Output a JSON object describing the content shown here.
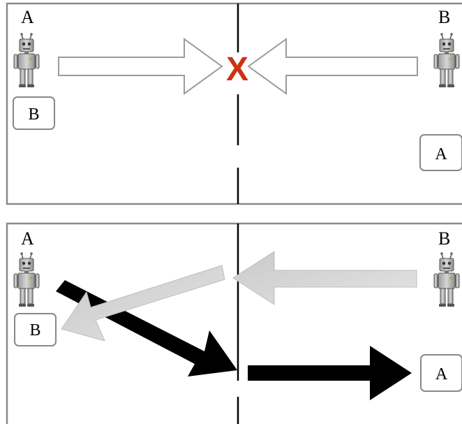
{
  "panels": [
    {
      "robot_left_label": "A",
      "robot_right_label": "B",
      "box_left_label": "B",
      "box_right_label": "A",
      "collision_mark": "X",
      "arrows": [
        "right-hollow",
        "left-hollow"
      ]
    },
    {
      "robot_left_label": "A",
      "robot_right_label": "B",
      "box_left_label": "B",
      "box_right_label": "A",
      "arrows": [
        "grey-to-left-box",
        "black-to-right-box"
      ]
    }
  ],
  "colors": {
    "frame": "#8a8a8a",
    "divider": "#000000",
    "collision": "#cc3311",
    "grey_arrow": "#d2d2d2",
    "black_arrow": "#000000",
    "robot_body": "#b8b8b8"
  }
}
